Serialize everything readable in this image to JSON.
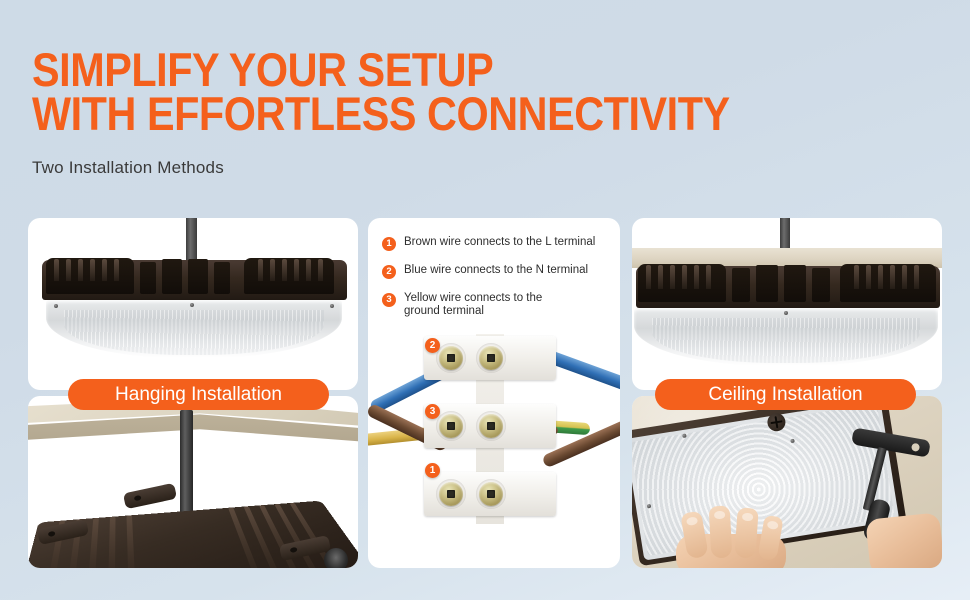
{
  "header": {
    "headline_line1": "SIMPLIFY YOUR SETUP",
    "headline_line2": "WITH EFFORTLESS CONNECTIVITY",
    "subtitle": "Two Installation Methods",
    "accent_color": "#f4601c",
    "background_color": "#cedbe7"
  },
  "wiring_panel": {
    "steps": [
      {
        "number": "1",
        "text": "Brown wire connects to the L terminal"
      },
      {
        "number": "2",
        "text": "Blue wire connects to the N terminal"
      },
      {
        "number": "3",
        "text": "Yellow wire connects to the ground terminal"
      }
    ],
    "connector_badges": [
      {
        "number": "2",
        "wire": "blue"
      },
      {
        "number": "3",
        "wire": "yellow-green"
      },
      {
        "number": "1",
        "wire": "brown"
      }
    ],
    "wire_colors": {
      "brown": "#6b4a32",
      "blue": "#2f6fb5",
      "yellow": "#d9b44a",
      "green": "#3f9b4a"
    }
  },
  "panels": {
    "hanging_label": "Hanging Installation",
    "ceiling_label": "Ceiling Installation"
  }
}
